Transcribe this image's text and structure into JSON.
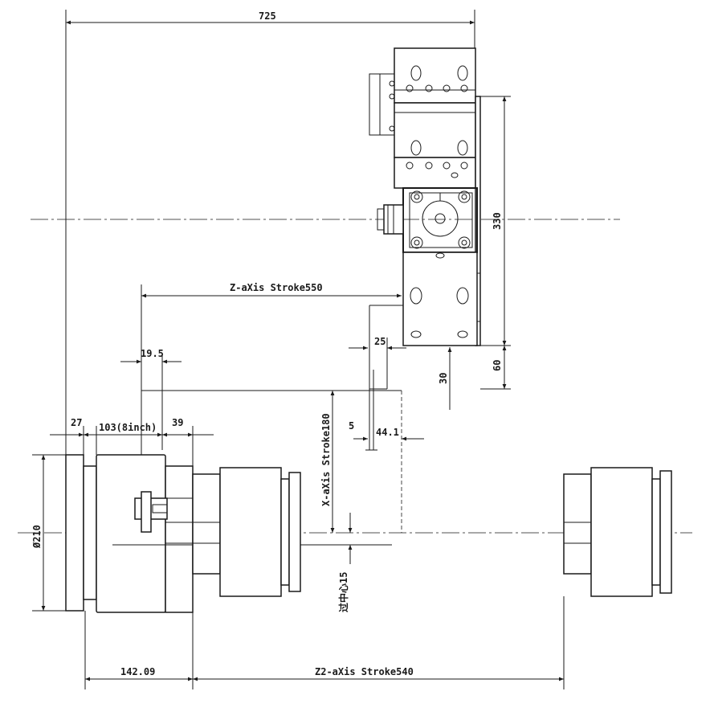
{
  "dimensions": {
    "overall_width": "725",
    "turret_height": "330",
    "z_axis_stroke": "Z-aXis Stroke550",
    "offset_19_5": "19.5",
    "offset_25": "25",
    "offset_60": "60",
    "offset_30": "30",
    "value_27": "27",
    "chuck_size": "103(8inch)",
    "value_39": "39",
    "x_axis_stroke": "X-aXis Stroke180",
    "value_5": "5",
    "value_44_1": "44.1",
    "diameter_210": "Ø210",
    "over_center": "过中心15",
    "value_142_09": "142.09",
    "z2_axis_stroke": "Z2-aXis Stroke540"
  }
}
